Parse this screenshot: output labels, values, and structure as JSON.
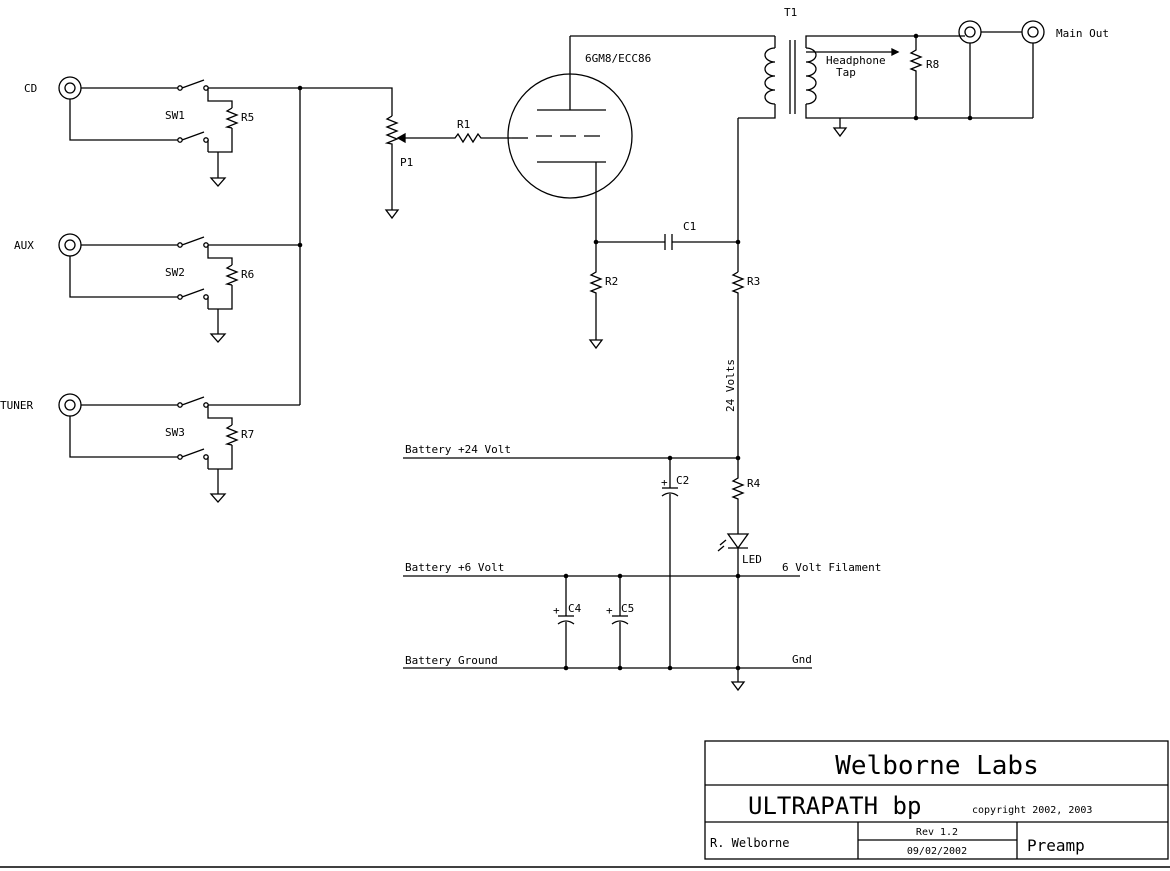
{
  "inputs": {
    "cd": "CD",
    "aux": "AUX",
    "tuner": "TUNER"
  },
  "switches": {
    "sw1": "SW1",
    "sw2": "SW2",
    "sw3": "SW3"
  },
  "resistors": {
    "r1": "R1",
    "r2": "R2",
    "r3": "R3",
    "r4": "R4",
    "r5": "R5",
    "r6": "R6",
    "r7": "R7",
    "r8": "R8"
  },
  "pot": "P1",
  "capacitors": {
    "c1": "C1",
    "c2": "C2",
    "c4": "C4",
    "c5": "C5",
    "plus": "+"
  },
  "tube": "6GM8/ECC86",
  "transformer": "T1",
  "headphone_tap": {
    "line1": "Headphone",
    "line2": "Tap"
  },
  "main_out": "Main Out",
  "rails": {
    "b24": "Battery +24 Volt",
    "b6": "Battery +6 Volt",
    "gnd": "Battery Ground",
    "filament": "6 Volt Filament",
    "gnd_right": "Gnd",
    "volts24": "24 Volts"
  },
  "led": "LED",
  "title_block": {
    "company": "Welborne Labs",
    "product": "ULTRAPATH bp",
    "copyright": "copyright 2002, 2003",
    "author": "R. Welborne",
    "rev": "Rev 1.2",
    "date": "09/02/2002",
    "title": "Preamp"
  }
}
